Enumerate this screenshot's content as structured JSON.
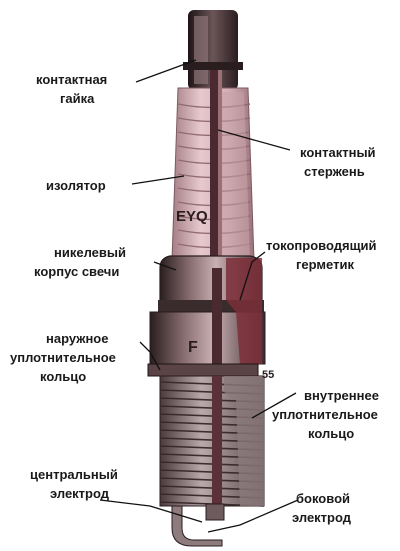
{
  "diagram": {
    "labels": {
      "contact_nut": [
        "контактная",
        "гайка"
      ],
      "contact_rod": [
        "контактный",
        "стержень"
      ],
      "insulator": [
        "изолятор"
      ],
      "nickel_body": [
        "никелевый",
        "корпус свечи"
      ],
      "conductive_sealant": [
        "токопроводящий",
        "герметик"
      ],
      "outer_seal_ring": [
        "наружное",
        "уплотнительное",
        "кольцо"
      ],
      "inner_seal_ring": [
        "внутреннее",
        "уплотнительное",
        "кольцо"
      ],
      "center_electrode": [
        "центральный",
        "электрод"
      ],
      "side_electrode": [
        "боковой",
        "электрод"
      ]
    },
    "insulator_marking": "EYQ",
    "body_marking": "F",
    "thread_marking": "55"
  },
  "colors": {
    "metal_dark": "#3a2b2c",
    "insulator": "#d8b7bd",
    "insulator_shade": "#b98f97",
    "copper_cut": "#8a2f38",
    "thread": "#9a8a8c",
    "text": "#1a1a1a"
  }
}
